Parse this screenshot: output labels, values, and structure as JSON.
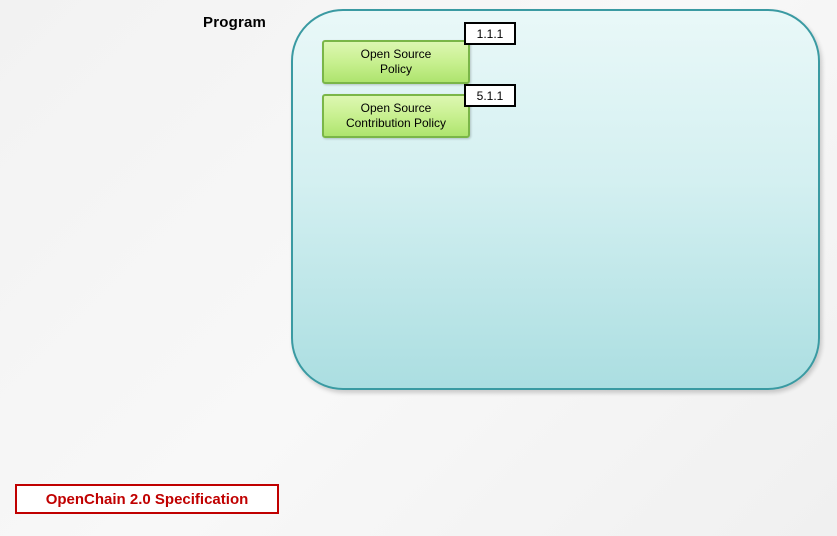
{
  "program": {
    "label": "Program"
  },
  "container": {
    "border_color": "#3a9aa2",
    "fill_top": "#e9f8f8",
    "fill_bottom": "#abdee1"
  },
  "boxes": [
    {
      "line1": "Open Source",
      "line2": "Policy",
      "badge": "1.1.1"
    },
    {
      "line1": "Open Source",
      "line2": "Contribution Policy",
      "badge": "5.1.1"
    }
  ],
  "box_style": {
    "border_color": "#7ab648",
    "fill_top": "#ddf7b2",
    "fill_bottom": "#aee46e"
  },
  "footer": {
    "label": "OpenChain 2.0 Specification",
    "color": "#c00000"
  }
}
